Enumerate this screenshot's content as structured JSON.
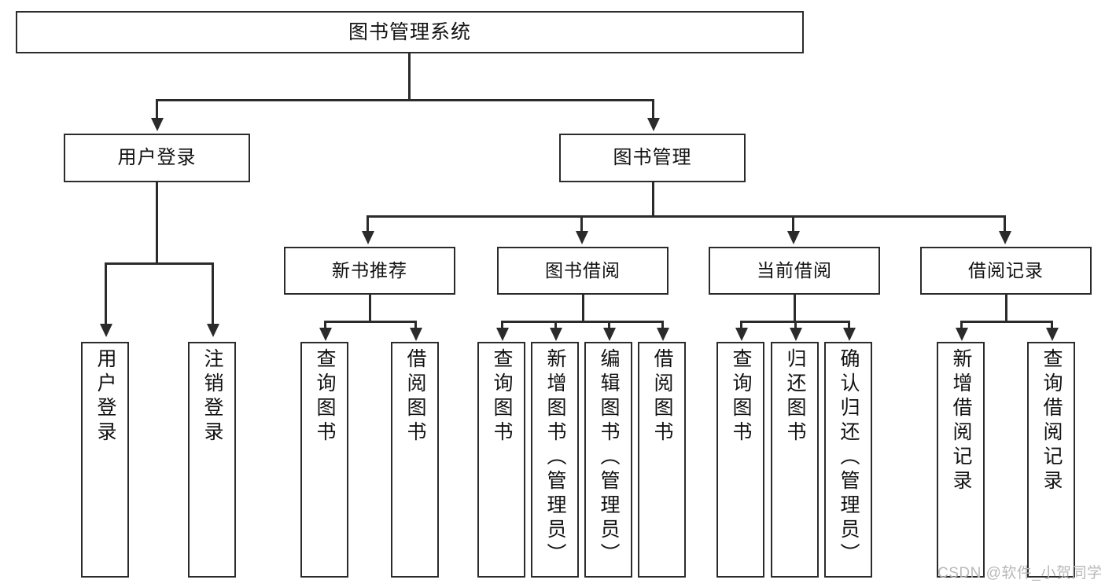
{
  "diagram": {
    "title": "图书管理系统",
    "watermark": "CSDN @软件_小贺同学",
    "root": {
      "label": "图书管理系统"
    },
    "level2": [
      {
        "label": "用户登录"
      },
      {
        "label": "图书管理"
      }
    ],
    "level3": [
      {
        "label": "新书推荐"
      },
      {
        "label": "图书借阅"
      },
      {
        "label": "当前借阅"
      },
      {
        "label": "借阅记录"
      }
    ],
    "leaves": {
      "user_login": [
        {
          "label": "用户登录"
        },
        {
          "label": "注销登录"
        }
      ],
      "new_books": [
        {
          "label": "查询图书"
        },
        {
          "label": "借阅图书"
        }
      ],
      "book_borrow": [
        {
          "label": "查询图书"
        },
        {
          "label": "新增图书（管理员）"
        },
        {
          "label": "编辑图书（管理员）"
        },
        {
          "label": "借阅图书"
        }
      ],
      "current_borrow": [
        {
          "label": "查询图书"
        },
        {
          "label": "归还图书"
        },
        {
          "label": "确认归还（管理员）"
        }
      ],
      "borrow_records": [
        {
          "label": "新增借阅记录"
        },
        {
          "label": "查询借阅记录"
        }
      ]
    },
    "colors": {
      "stroke": "#2b2b2b",
      "fill": "#ffffff",
      "text": "#111111",
      "watermark": "#b9b9b9"
    }
  }
}
